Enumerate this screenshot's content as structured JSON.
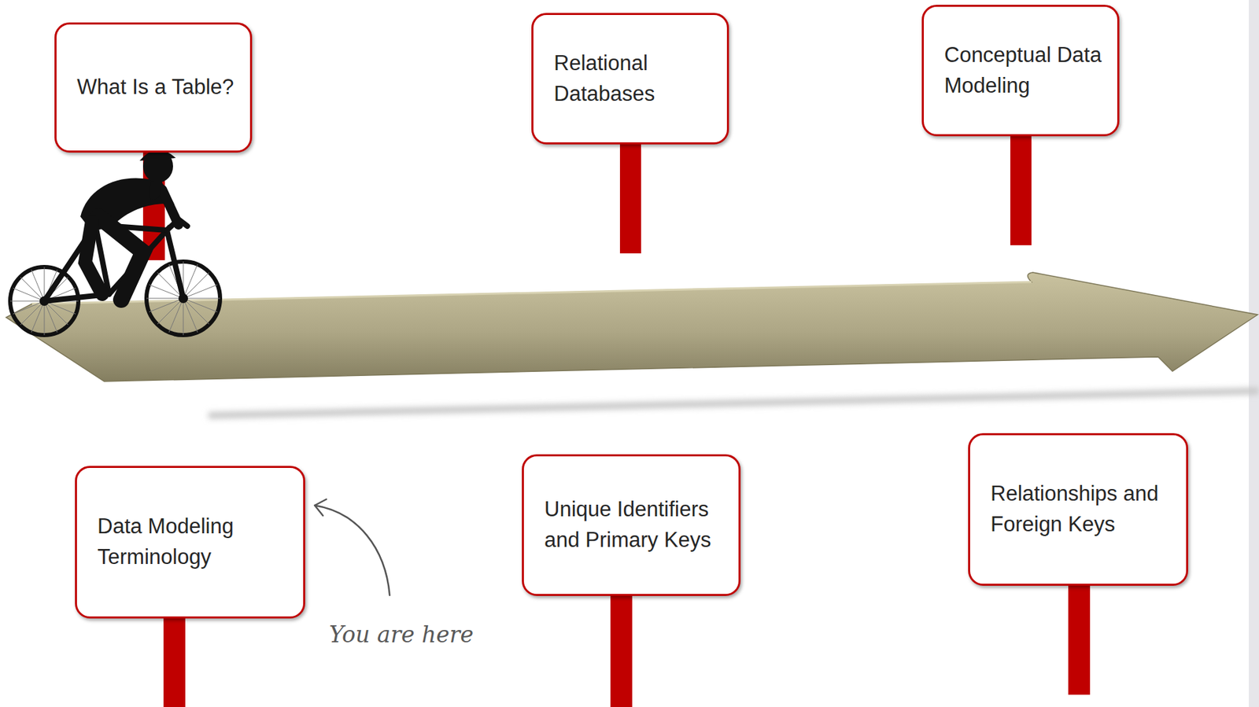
{
  "diagram": {
    "nodes": [
      {
        "text": [
          "What Is a Table?"
        ]
      },
      {
        "text": [
          "Data Modeling Terminology"
        ]
      },
      {
        "text": [
          "Relational Databases"
        ]
      },
      {
        "text": [
          "Unique Identifiers and Primary Keys"
        ]
      },
      {
        "text": [
          "Conceptual Data Modeling"
        ]
      },
      {
        "text": [
          "Relationships and Foreign Keys"
        ]
      }
    ],
    "labels": [
      "You are here"
    ]
  }
}
